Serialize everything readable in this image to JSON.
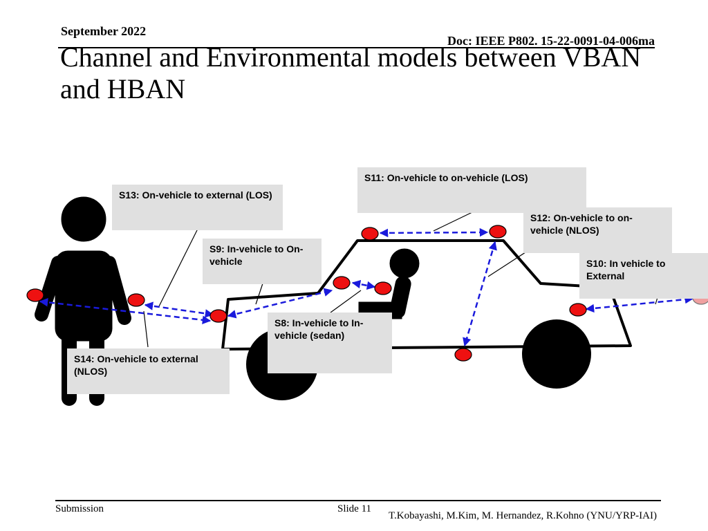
{
  "header": {
    "date": "September 2022",
    "doc": "Doc: IEEE P802. 15-22-0091-04-006ma"
  },
  "title": "Channel and Environmental models between VBAN and HBAN",
  "labels": {
    "s11": "S11: On-vehicle to on-vehicle (LOS)",
    "s13": "S13: On-vehicle to external (LOS)",
    "s12": "S12: On-vehicle to on-vehicle (NLOS)",
    "s9": "S9: In-vehicle to On-vehicle",
    "s10": "S10: In vehicle to External",
    "s8": "S8: In-vehicle to In-vehicle (sedan)",
    "s14": "S14: On-vehicle to external (NLOS)"
  },
  "footer": {
    "submission": "Submission",
    "slide": "Slide 11",
    "authors": "T.Kobayashi, M.Kim, M. Hernandez, R.Kohno (YNU/YRP-IAI)"
  },
  "colors": {
    "sensor": "#ee1111",
    "link": "#1a1adc",
    "label_bg": "#e0e0e0"
  }
}
